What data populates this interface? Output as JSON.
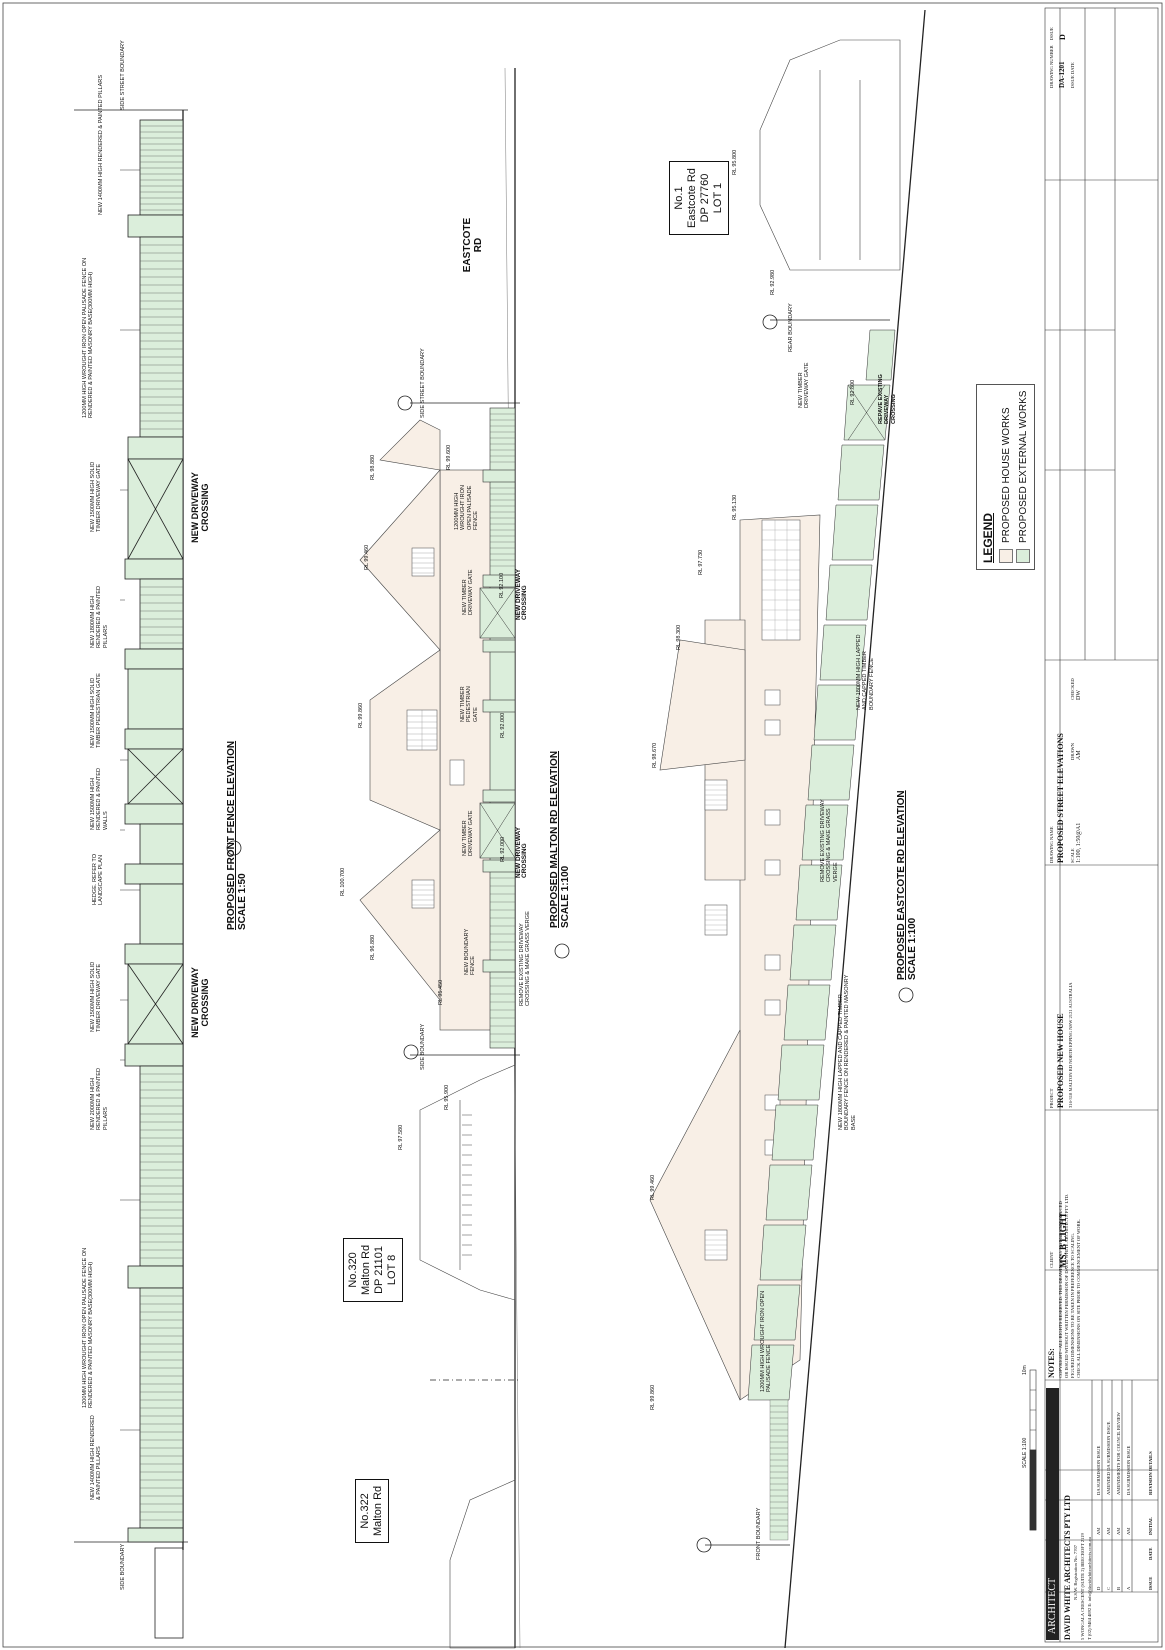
{
  "colors": {
    "external": "#dbeedb",
    "house": "#f8efe6",
    "line": "#222222",
    "grid": "#999999"
  },
  "front_fence": {
    "title": "PROPOSED FRONT FENCE ELEVATION",
    "scale": "SCALE 1:50",
    "side_boundary_top": "SIDE STREET BOUNDARY",
    "side_boundary_bottom": "SIDE BOUNDARY",
    "driveway_1": "NEW DRIVEWAY CROSSING",
    "driveway_2": "NEW DRIVEWAY CROSSING",
    "notes": [
      "NEW 1400mm HIGH RENDERED & PAINTED PILLARS",
      "1200mm HIGH WROUGHT IRON OPEN PALISADE FENCE ON RENDERED & PAINTED MASONRY BASE(300mm HIGH)",
      "NEW 1500mm HIGH SOLID TIMBER DRIVEWAY GATE",
      "NEW 1800mm HIGH RENDERED & PAINTED PILLARS",
      "NEW 1500mm HIGH SOLID TIMBER PEDESTRIAN GATE",
      "NEW 1500mm HIGH RENDERED & PAINTED WALLS",
      "HEDGE. REFER TO LANDSCAPE PLAN",
      "NEW 1500mm HIGH SOLID TIMBER DRIVEWAY GATE",
      "NEW 2000mm HIGH RENDERED & PAINTED PILLARS",
      "1200mm HIGH WROUGHT IRON OPEN PALISADE FENCE ON RENDERED & PAINTED MASONRY BASE(300mm HIGH)",
      "NEW 1400mm HIGH RENDERED & PAINTED PILLARS"
    ]
  },
  "malton": {
    "title": "PROPOSED MALTON RD ELEVATION",
    "scale": "SCALE 1:100",
    "street": "EASTCOTE RD",
    "side_street_boundary": "SIDE STREET BOUNDARY",
    "side_boundary": "SIDE BOUNDARY",
    "rl": [
      "RL 98.880",
      "RL 99.600",
      "RL 99.460",
      "RL 92.100",
      "RL 99.860",
      "RL 92.000",
      "RL 100.700",
      "RL 92.000",
      "RL 96.880",
      "RL 95.450",
      "RL 95.900",
      "RL 97.580"
    ],
    "notes": [
      "1200mm HIGH WROUGHT IRON OPEN PALISADE FENCE",
      "NEW TIMBER DRIVEWAY GATE",
      "NEW DRIVEWAY CROSSING",
      "NEW TIMBER PEDESTRIAN GATE",
      "NEW TIMBER DRIVEWAY GATE",
      "NEW DRIVEWAY CROSSING",
      "NEW BOUNDARY FENCE",
      "REMOVE EXISTING DRIVEWAY CROSSING & MAKE GRASS VERGE"
    ],
    "neighbour_320": [
      "No.320",
      "Malton Rd",
      "DP 21101",
      "LOT 8"
    ],
    "neighbour_322": [
      "No.322",
      "Malton Rd"
    ]
  },
  "eastcote": {
    "title": "PROPOSED EASTCOTE RD ELEVATION",
    "scale": "SCALE 1:100",
    "rear_boundary": "REAR BOUNDARY",
    "front_boundary": "FRONT BOUNDARY",
    "rl": [
      "RL 95.800",
      "RL 92.980",
      "RL 92.800",
      "RL 95.130",
      "RL 97.730",
      "RL 98.300",
      "RL 98.670",
      "RL 99.460",
      "RL 99.860"
    ],
    "notes": [
      "NEW TIMBER DRIVEWAY GATE",
      "REPAVE EXISTING DRIVEWAY CROSSING",
      "NEW 1800mm HIGH LAPPED AND CAPPED TIMBER BOUNDARY FENCE",
      "REMOVE EXISTING DRIVEWAY CROSSING & MAKE GRASS VERGE",
      "NEW 1800mm HIGH LAPPED AND CAPPED TIMBER BOUNDARY FENCE ON RENDERED & PAINTED MASONRY BASE",
      "1200mm HIGH WROUGHT IRON OPEN PALISADE FENCE"
    ],
    "neighbour_1": [
      "No.1",
      "Eastcote Rd",
      "DP 27760",
      "LOT 1"
    ]
  },
  "legend": {
    "title": "LEGEND",
    "house": "PROPOSED HOUSE WORKS",
    "external": "PROPOSED EXTERNAL WORKS"
  },
  "title_block": {
    "architect_label": "ARCHITECT",
    "firm": "DAVID WHITE ARCHITECTS PTY LTD",
    "nsw_reg": "N.S.W. Registration No. 7707",
    "address": "5 WONGALA CRESCENT (SUITE 2) BEECROFT 2119",
    "contact": "T (02) 9484 4892   E: info@davidwhitearchitects.com.au",
    "scale_bar": "SCALE 1:100",
    "scale_bar_end": "10m",
    "notes_label": "NOTES:",
    "notes_text": [
      "COPYRIGHT - ALL RIGHTS RESERVED. THIS DRAWING MAY NOT BE REPRODUCED",
      "OR ISSUED WITHOUT WRITTEN PERMISSION OF DAVID WHITE ARCHITECTS PTY LTD.",
      "FIGURED DIMENSIONS TO BE TAKEN IN PREFERENCE TO SCALING.",
      "CHECK ALL DIMENSIONS ON SITE PRIOR TO COMMENCEMENT OF WORK."
    ],
    "rev_header": [
      "ISSUE",
      "DATE",
      "INITIAL",
      "REVISION DETAILS"
    ],
    "revisions": [
      [
        "D",
        "",
        "AM",
        "DA SUBMISSION ISSUE"
      ],
      [
        "C",
        "",
        "AM",
        "AMENDED DA SUBMISSION ISSUE"
      ],
      [
        "B",
        "",
        "AM",
        "AMENDMENTS FOR COUNCIL REVIEW"
      ],
      [
        "A",
        "",
        "AM",
        "DA SUBMISSION ISSUE"
      ]
    ],
    "client_label": "CLIENT",
    "client": "MS. B LIGHT",
    "project_label": "PROJECT",
    "project": "PROPOSED NEW HOUSE",
    "project_address": "316-318 MALTON RD NORTH EPPING NSW 2121 AUSTRALIA",
    "drawing_name_label": "DRAWING NAME",
    "drawing_name": "PROPOSED STREET ELEVATIONS",
    "scale_label": "SCALE",
    "scale": "1:100, 1:50@A1",
    "drawn_label": "DRAWN",
    "drawn": "AM",
    "checked_label": "CHECKED",
    "checked": "DW",
    "drawing_number_label": "DRAWING NUMBER",
    "drawing_number": "DA-1201",
    "issue_label": "ISSUE",
    "issue": "D",
    "issue_date_label": "ISSUE DATE"
  }
}
